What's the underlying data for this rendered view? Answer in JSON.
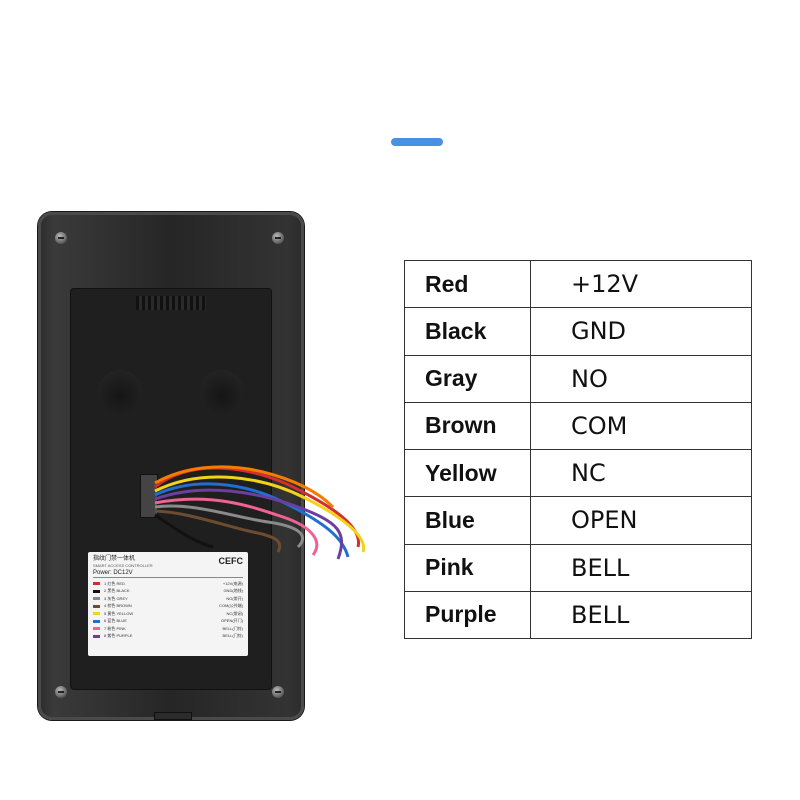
{
  "device": {
    "sticker": {
      "title": "指纹门禁一体机",
      "subtitle": "SMART ACCESS CONTROLLER",
      "power": "Power: DC12V",
      "marks": "CEFC",
      "rows": [
        {
          "name": "1 红色 RED",
          "value": "+12V(电源)",
          "color": "#d32f2f"
        },
        {
          "name": "2 黑色 BLACK",
          "value": "GND(地线)",
          "color": "#111111"
        },
        {
          "name": "3 灰色 GREY",
          "value": "NO(常开)",
          "color": "#8a8a8a"
        },
        {
          "name": "4 棕色 BROWN",
          "value": "COM(公共端)",
          "color": "#6d4c2f"
        },
        {
          "name": "5 黄色 YELLOW",
          "value": "NC(常闭)",
          "color": "#f2d31b"
        },
        {
          "name": "6 蓝色 BLUE",
          "value": "OPEN(开门)",
          "color": "#1f6fd1"
        },
        {
          "name": "7 粉色 PINK",
          "value": "BELL(门铃)",
          "color": "#f06292"
        },
        {
          "name": "8 紫色 PURPLE",
          "value": "BELL(门铃)",
          "color": "#6a3fa0"
        }
      ]
    }
  },
  "wiring_table": [
    {
      "color": "Red",
      "signal": "+12V"
    },
    {
      "color": "Black",
      "signal": "GND"
    },
    {
      "color": "Gray",
      "signal": "NO"
    },
    {
      "color": "Brown",
      "signal": "COM"
    },
    {
      "color": "Yellow",
      "signal": "NC"
    },
    {
      "color": "Blue",
      "signal": "OPEN"
    },
    {
      "color": "Pink",
      "signal": "BELL"
    },
    {
      "color": "Purple",
      "signal": "BELL"
    }
  ],
  "accent_color": "#4a90e2"
}
